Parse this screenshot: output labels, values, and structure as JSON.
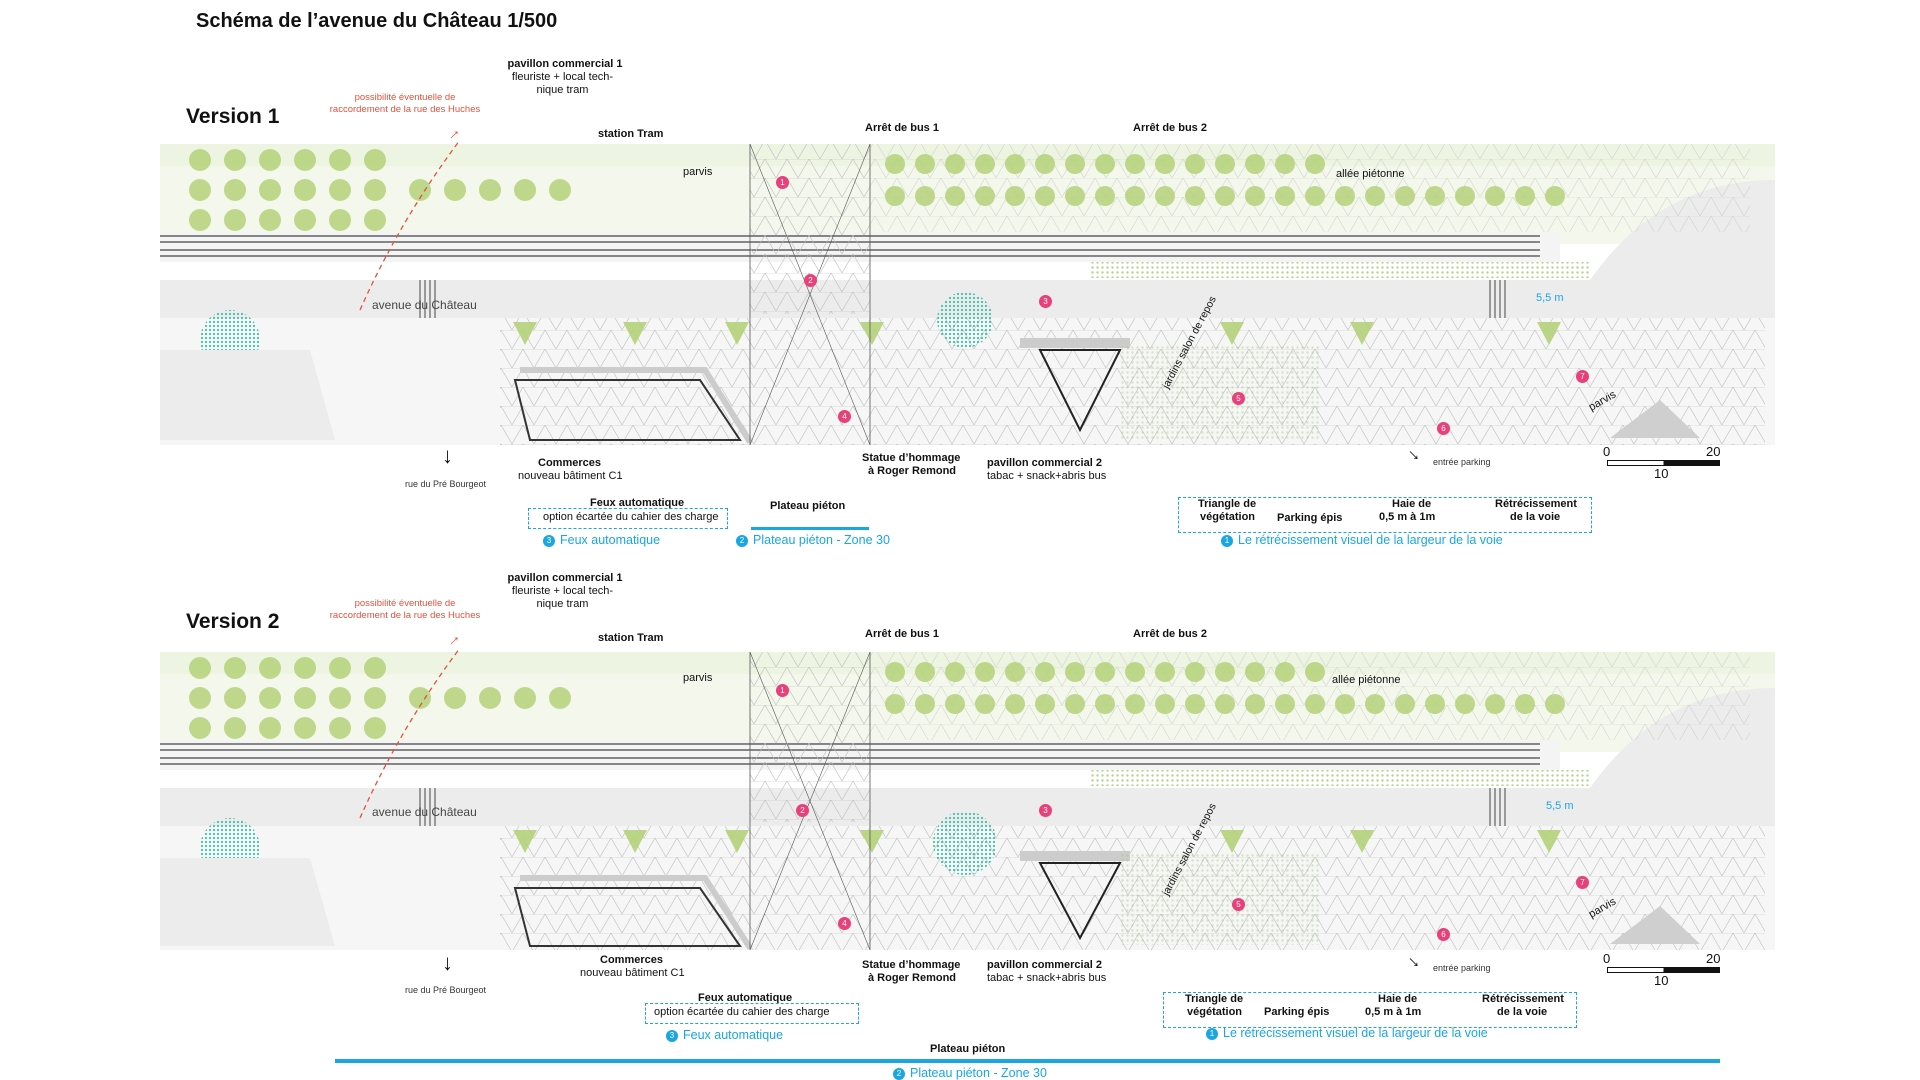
{
  "title": "Schéma de l’avenue du Château 1/500",
  "versions": [
    {
      "name": "Version 1",
      "labels": {
        "possibilite": "possibilité éventuelle de raccordement de la rue des Huches",
        "pavillon1_title": "pavillon commercial 1",
        "pavillon1_sub": "fleuriste + local tech- nique tram",
        "station_tram": "station Tram",
        "parvis": "parvis",
        "arret_bus1": "Arrêt de bus 1",
        "arret_bus2": "Arrêt de bus 2",
        "allee": "allée piétonne",
        "avenue": "avenue du Château",
        "largeur": "5,5 m",
        "rue_pre": "rue du Pré Bourgeot",
        "commerces_title": "Commerces",
        "commerces_sub": "nouveau bâtiment C1",
        "feux_title": "Feux automatique",
        "feux_sub": "option écartée du cahier des charge",
        "plateau": "Plateau piéton",
        "statue_1": "Statue d’hommage",
        "statue_2": "à Roger Remond",
        "pavillon2_title": "pavillon commercial 2",
        "pavillon2_sub": "tabac + snack+abris bus",
        "jardins": "jardins salon de repos",
        "parvis2": "parvis",
        "entree_parking": "entrée parking",
        "triangle_1": "Triangle de",
        "triangle_2": "végétation",
        "parking_epis": "Parking épis",
        "haie_1": "Haie de",
        "haie_2": "0,5 m à 1m",
        "retrec_1": "Rétrécissement",
        "retrec_2": "de la voie",
        "scale_0": "0",
        "scale_20": "20",
        "scale_10": "10"
      },
      "legends": {
        "feux": {
          "num": "3",
          "text": "Feux automatique"
        },
        "plateau": {
          "num": "2",
          "text": "Plateau piéton - Zone 30"
        },
        "retrec": {
          "num": "1",
          "text": "Le rétrécissement visuel de la largeur de la voie"
        }
      },
      "markers": [
        "1",
        "2",
        "3",
        "4",
        "5",
        "6",
        "7"
      ]
    },
    {
      "name": "Version 2",
      "labels": {
        "possibilite": "possibilité éventuelle de raccordement de la rue des Huches",
        "pavillon1_title": "pavillon commercial 1",
        "pavillon1_sub": "fleuriste + local tech- nique tram",
        "station_tram": "station Tram",
        "parvis": "parvis",
        "arret_bus1": "Arrêt de bus 1",
        "arret_bus2": "Arrêt de bus 2",
        "allee": "allée piétonne",
        "avenue": "avenue du Château",
        "largeur": "5,5 m",
        "rue_pre": "rue du Pré Bourgeot",
        "commerces_title": "Commerces",
        "commerces_sub": "nouveau bâtiment C1",
        "feux_title": "Feux automatique",
        "feux_sub": "option écartée du cahier des charge",
        "plateau": "Plateau piéton",
        "statue_1": "Statue d’hommage",
        "statue_2": "à Roger Remond",
        "pavillon2_title": "pavillon commercial 2",
        "pavillon2_sub": "tabac + snack+abris bus",
        "jardins": "jardins salon de repos",
        "parvis2": "parvis",
        "entree_parking": "entrée parking",
        "triangle_1": "Triangle de",
        "triangle_2": "végétation",
        "parking_epis": "Parking épis",
        "haie_1": "Haie de",
        "haie_2": "0,5 m à 1m",
        "retrec_1": "Rétrécissement",
        "retrec_2": "de la voie",
        "scale_0": "0",
        "scale_20": "20",
        "scale_10": "10"
      },
      "legends": {
        "feux": {
          "num": "3",
          "text": "Feux automatique"
        },
        "plateau": {
          "num": "2",
          "text": "Plateau piéton - Zone 30"
        },
        "retrec": {
          "num": "1",
          "text": "Le rétrécissement visuel de la largeur de la voie"
        }
      },
      "markers": [
        "1",
        "2",
        "3",
        "4",
        "5",
        "6",
        "7"
      ]
    }
  ],
  "colors": {
    "accent_blue": "#1aa6e0",
    "marker_pink": "#e8407a",
    "red_annotation": "#e0523c",
    "tree_green": "#b5d27a",
    "teal_tree": "#3fbfb0",
    "road_gray": "#ececec"
  }
}
